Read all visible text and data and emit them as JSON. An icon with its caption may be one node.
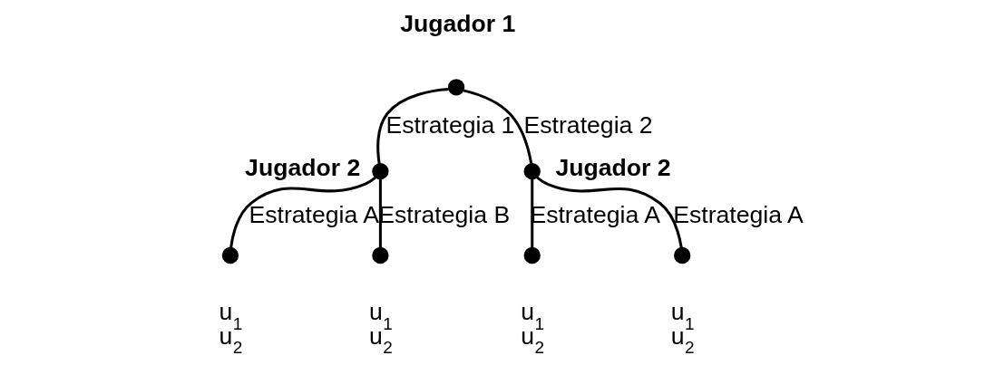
{
  "diagram": {
    "nodes": [
      {
        "text": [],
        "shape": "circle",
        "beside": [
          "Jugador 1"
        ]
      },
      {
        "text": [],
        "shape": "circle",
        "beside": [
          "Jugador 2"
        ]
      },
      {
        "text": [],
        "shape": "circle",
        "beside": [
          "Jugador 2"
        ]
      },
      {
        "text": [],
        "shape": "circle",
        "beside": [
          "u$_{1}$",
          "u$_{2}$"
        ]
      },
      {
        "text": [],
        "shape": "circle",
        "beside": [
          "u$_{1}$",
          "u$_{2}$"
        ]
      },
      {
        "text": [],
        "shape": "circle",
        "beside": [
          "u$_{1}$",
          "u$_{2}$"
        ]
      },
      {
        "text": [],
        "shape": "circle",
        "beside": [
          "u$_{1}$",
          "u$_{2}$"
        ]
      }
    ],
    "edges": [
      {
        "from": 0,
        "to": 1,
        "arrow": "none",
        "label": "Estrategia 1"
      },
      {
        "from": 0,
        "to": 2,
        "arrow": "none",
        "label": "Estrategia 2"
      },
      {
        "from": 1,
        "to": 3,
        "arrow": "none",
        "label": "Estrategia A"
      },
      {
        "from": 1,
        "to": 4,
        "arrow": "none",
        "label": "Estrategia B"
      },
      {
        "from": 2,
        "to": 5,
        "arrow": "none",
        "label": "Estrategia A"
      },
      {
        "from": 2,
        "to": 6,
        "arrow": "none",
        "label": "Estrategia A"
      }
    ]
  }
}
